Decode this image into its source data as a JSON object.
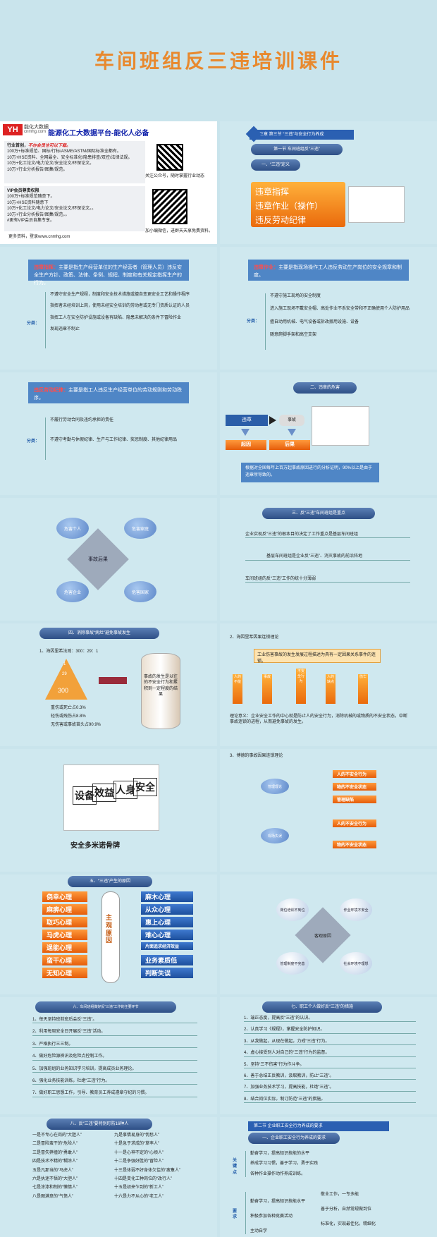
{
  "doc_title": "车间班组反三违培训课件",
  "ad": {
    "logo_text": "能化大数据",
    "logo_url": "cnmhg.com",
    "headline": "能源化工大数据平台-能化人必备",
    "industry_title": "行业首创，",
    "industry_tag": "不办会员也可以下载。",
    "industry_items": [
      "100万+标准规范、国标/行标/ASME/ASTM/国际标准全都有。",
      "10万+HSE资料、全网最全、安全标准化/隐患排查/双控/法律法规。",
      "10万+化工论文/电力论文/安全论文/环保论文。",
      "10万+行业分析报告/图集/规范。"
    ],
    "vip_title": "VIP会员尊贵权限",
    "vip_items": [
      "100万+标准规范随意下。",
      "10万+HSE资料随意下",
      "10万+化工论文/电力论文/安全论文/环保论文。。",
      "10万+行业分析报告/图集/规范。。"
    ],
    "more": "#更有VIP会员自集专享。",
    "register": "更多资料，登录www.cnmhg.com",
    "qr1_caption": "关注公众号，随时掌握行业动态",
    "qr2_caption": "加小编微信，进群天天享免费资料。"
  },
  "s2": {
    "header": "第三章 第三节 “三违”与安全行为养成",
    "section": "第一节 车间班组反“三违”",
    "def": "一、“三违”定义",
    "items": [
      "违章指挥",
      "违章作业（操作）",
      "违反劳动纪律"
    ]
  },
  "s3": {
    "label": "违章指挥：",
    "head": "主要是指生产经营单位的生产经营者（管理人员）违反安全生产方针、政策、法律、条例、规程、制度和有关规定指挥生产的行为。",
    "cat": "分类：",
    "items": [
      "不遵守安全生产规程，制度和安全技术措施或擅自变更安全工艺和操作程序",
      "指挥者未经培训上岗，使用未经安全培训的劳动者或无专门资质认证的人员",
      "指挥工人在安全防护设施或设备有缺陷、隐患未解决的条件下冒险作业",
      "发现违章不制止"
    ]
  },
  "s4": {
    "label": "违章作业：",
    "head": "主要是指现场操作工人违反劳动生产岗位的安全规章和制度。",
    "cat": "分类：",
    "items": [
      "不遵守施工现场的安全制度",
      "进入施工现场不戴安全帽、高处作业不系安全带和不正确使用个人防护用品",
      "擅自动用机械、电气设备或拆改挪用设施、设备",
      "随意爬脚手架和高空支架"
    ]
  },
  "s5": {
    "label": "违反劳动纪律：",
    "head": "主要是指工人违反生产经营单位的劳动规则和劳动秩序。",
    "cat": "分类：",
    "items": [
      "不履行劳动合同及违约承担的责任",
      "不遵守考勤与休假纪律、生产与工作纪律、奖惩制度、其他纪律用品"
    ]
  },
  "s6": {
    "title": "二、违章的危害",
    "flow": [
      "违章",
      "事故",
      "起因",
      "后果"
    ],
    "note": "根据对全国每年上百万起事故原因进行的分析证明，90%以上是由于违章所导致的。",
    "note_red": "90%"
  },
  "s7": {
    "center": "事故后果",
    "corners": [
      "危害个人",
      "危害家庭",
      "危害企业",
      "危害国家"
    ]
  },
  "s8": {
    "title": "三、反“三违”车间班组是重点",
    "items": [
      "企业实现反“三违”的根本目的决定了工作重点是基层车间班组",
      "基层车间班组是企业反“三违”、消灭事故的前沿阵地",
      "车间班组的反“三违”工作的统十分薄弱"
    ]
  },
  "s9": {
    "title": "四、消除事故“病灶”避免事故发生",
    "sub": "1、海因里希法则：300：29：1",
    "pyr": [
      "1",
      "29",
      "300"
    ],
    "legend": [
      "重伤或死亡占0.3%",
      "轻伤或残伤占8.8%",
      "无伤害或事故苗头占90.9%"
    ],
    "right": "事故的发生是以往的不安全行为和累积到一定程度的结果"
  },
  "s10": {
    "title": "2、海因里希因果连锁理论",
    "banner": "工业伤害事故的发生发展过程描述为具有一定因果关系事件的连锁。",
    "bars": [
      "人的不能",
      "事故",
      "不安全行为",
      "人的缺点",
      "伤亡"
    ],
    "theory": "理论意义：企业安全工作的中心就是防止人的安全行为，消除机械的或物质的不安全状态，中断事故连锁的进程，从而避免事故的发生。"
  },
  "s11": {
    "img_words": [
      "设备",
      "效益",
      "人身",
      "安全"
    ],
    "caption": "安全多米诺骨牌"
  },
  "s12": {
    "title": "3、博德的事故因果连锁理论",
    "left": [
      "管理理论",
      "现场失误"
    ],
    "right": [
      "人的不安全行为",
      "物的不安全状态",
      "管理缺陷",
      "人的不安全行为",
      "物的不安全状态"
    ]
  },
  "s13": {
    "title": "五、“三违”产生的原因",
    "center": "主观原因",
    "left": [
      "侥幸心理",
      "麻痹心理",
      "取巧心理",
      "马虎心理",
      "逞能心理",
      "蛮干心理",
      "无知心理"
    ],
    "right": [
      "麻木心理",
      "从众心理",
      "惠上心理",
      "难心心理",
      "片面追求经济效益",
      "业务素质低",
      "判断失误"
    ]
  },
  "s14": {
    "center": "客观原因",
    "corners": [
      "岗位培训不到位",
      "作业环境不安全",
      "管理制度不完善",
      "社会环境不理想"
    ]
  },
  "s15": {
    "title": "六、车间班组做好反“三违”工作的主要环节",
    "items": [
      "1、每天坚持班前班后会反“三违”。",
      "2、利用每周安全日开展反“三违”活动。",
      "3、严格执行三三制。",
      "4、做好危险源辨识及危险点控制工作。",
      "5、加强班组的业务知识学习培训，提高成员业务理论。",
      "6、强化业务技能训练，杜绝“三违”行为。",
      "7、做好职工思想工作，引导、教育员工养成遵章守纪的习惯。"
    ]
  },
  "s16": {
    "title": "七、职工个人做好反“三违”的措施",
    "items": [
      "1、端正态度，提高反“三违”的认识。",
      "2、认真学习《规程》，掌握安全防护知识。",
      "3、从我做起，从现在做起，力戒“三违”行为。",
      "4、虚心接受别人对自己的“三违”行为的监督。",
      "5、坚持“三不伤害”行为作斗争。",
      "6、善于总结正反教训，汲取教训，防止“三违”。",
      "7、加强业务技术学习，提高技能，杜绝“三违”。",
      "8、结合岗位实际，制订防范“三违”的措施。"
    ]
  },
  "s17": {
    "title": "八、反“三违”要特别盯防16种人",
    "left": [
      "一是不专心在岗的“大胆人”",
      "二是冒险蛮干的“危险人”",
      "三是冒失莽撞的“勇敢人”",
      "四是技术不精的“糊涂人”",
      "五是凡那当的“马虎人”",
      "六是执迷不悟的“大胆人”",
      "七是涂漆和制的“懒惰人”",
      "八是图满意的“气愤人”"
    ],
    "right": [
      "九是事情易身的“忧愁人”",
      "十是急于求成的“草率人”",
      "十一是心神不定的“心烦人”",
      "十二是争强好胜的“冒险人”",
      "十三是体弱不好身体欠佳的“疲惫人”",
      "十四是变化工种岗位的“改行人”",
      "十五是初来乍到的“新工人”",
      "十六是力不从心的“老工人”"
    ]
  },
  "s18": {
    "header": "第二节 企业职工安全行为养成的要求",
    "sub": "一、企业职工安全行为养成的要求",
    "k_label": "关键点",
    "k_items": [
      "勤奋学习，提高知识技能的水平",
      "养成学习习惯，善于学习，勇于实践",
      "各种作业操作动作养成训练。"
    ],
    "r_label": "要求",
    "r_items": [
      "敬业工作，一专多能",
      "勤奋学习，提高知识技能水平",
      "善于分析，自然常规做到位",
      "积极参加各种竞赛活动",
      "标准化，实现最佳化，精细化",
      "主动自学"
    ]
  }
}
